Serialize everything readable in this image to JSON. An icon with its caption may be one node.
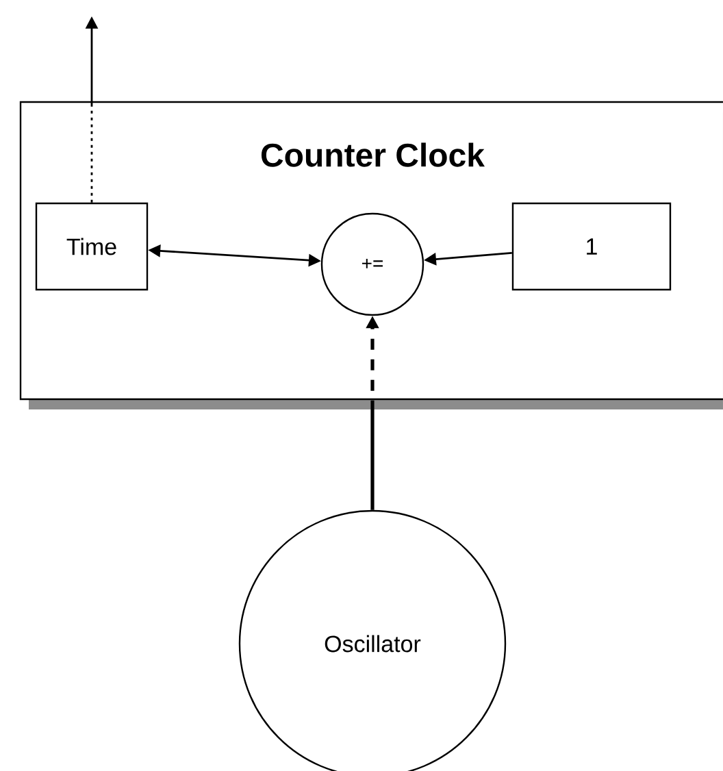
{
  "diagram": {
    "nodes": [
      {
        "text": [
          "Counter Clock"
        ]
      },
      {
        "text": [
          "Time"
        ],
        "in": 0
      },
      {
        "text": [
          "+="
        ],
        "in": 0
      },
      {
        "text": [
          "1"
        ],
        "in": 0
      },
      {
        "text": [
          "Oscillator"
        ]
      }
    ],
    "edges": [
      {
        "from": 1,
        "to": null,
        "arrow": "to",
        "style": "dashed"
      },
      {
        "from": 1,
        "to": 2,
        "arrow": "both"
      },
      {
        "from": 3,
        "to": 2,
        "arrow": "to"
      },
      {
        "from": 4,
        "to": 2,
        "arrow": "to",
        "style": "dashed"
      }
    ]
  }
}
